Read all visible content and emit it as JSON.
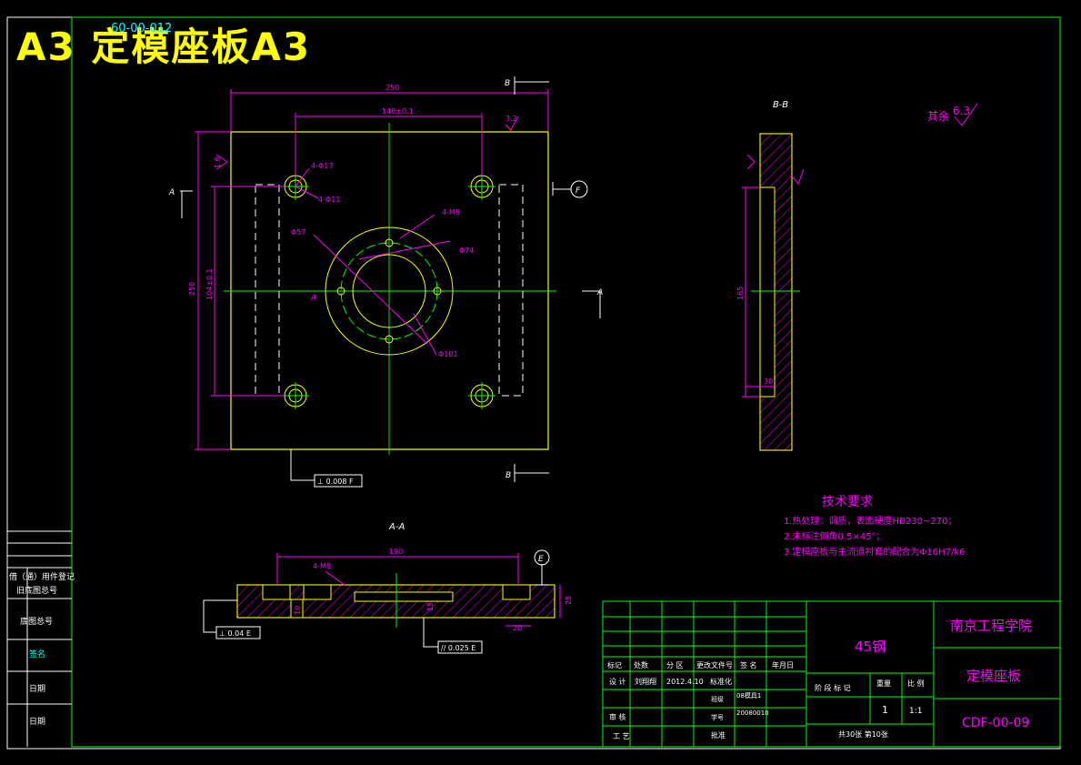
{
  "sheet": {
    "big_title": "A3   定模座板A3",
    "drawing_code": "60-00-012"
  },
  "views": {
    "section_bb_label": "B-B",
    "section_aa_label": "A-A",
    "cut_label_a": "A",
    "cut_label_b": "B",
    "datum_label": "F",
    "datum_label_e": "E"
  },
  "dimensions": {
    "overall_width": "250",
    "hole_spacing": "148±0.1",
    "overall_height": "250",
    "vertical_spacing": "104±0.1",
    "hole_4_d17": "4-Φ17",
    "hole_4_d11": "4-Φ11",
    "hole_4_m8": "4-M8",
    "dia_57": "Φ57",
    "dia_74": "Φ74",
    "dia_101": "Φ101",
    "roughness_32": "3.2",
    "roughness_16": "1.6",
    "side_height": "165",
    "side_step": "30",
    "section_length": "190",
    "section_thick": "25",
    "section_step": "20",
    "section_small": "4-M8",
    "section_small2": "15",
    "section_small3": "10"
  },
  "tolerances": {
    "perp_face": "⊥  0.008  F",
    "perp_section": "⊥  0.04  E",
    "parallel_section": "//  0.025  E"
  },
  "surface": {
    "rest_label": "其余",
    "rest_value": "6.3"
  },
  "tech_requirements": {
    "title": "技术要求",
    "items": [
      "1.热处理：调质，表面硬度HB230~270；",
      "2.未标注倒角0.5×45°；",
      "3.定模座板与主流道衬套的配合为Φ16H7/k6"
    ]
  },
  "left_strip": {
    "labels": [
      "借（通）用件登记",
      "旧底图总号",
      "底图总号",
      "签名",
      "日期",
      "日期"
    ]
  },
  "title_block": {
    "material": "45钢",
    "school": "南京工程学院",
    "part_name": "定模座板",
    "part_code": "CDF-00-09",
    "header_cols": [
      "标记",
      "处数",
      "分 区",
      "更改文件号",
      "签 名",
      "年月日"
    ],
    "design_label": "设 计",
    "designer": "刘翔翔",
    "date": "2012.4.10",
    "standardize": "标准化",
    "review": "审 核",
    "process": "工 艺",
    "class_label": "班级",
    "class_value": "08模具1",
    "student_label": "学号",
    "student_value": "20080010",
    "approve": "批准",
    "stage_label": "阶 段 标 记",
    "weight_label": "重量",
    "scale_label": "比 例",
    "quantity": "1",
    "scale": "1:1",
    "sheets": "共30张  第10张"
  },
  "colors": {
    "border": "#00ff00",
    "part_outline": "#ffff00",
    "dimension": "#ff00ff",
    "centerline": "#00ff00",
    "text": "#ff00ff",
    "title_text": "#ffff00",
    "cyan": "#00ffff",
    "white": "#ffffff"
  }
}
